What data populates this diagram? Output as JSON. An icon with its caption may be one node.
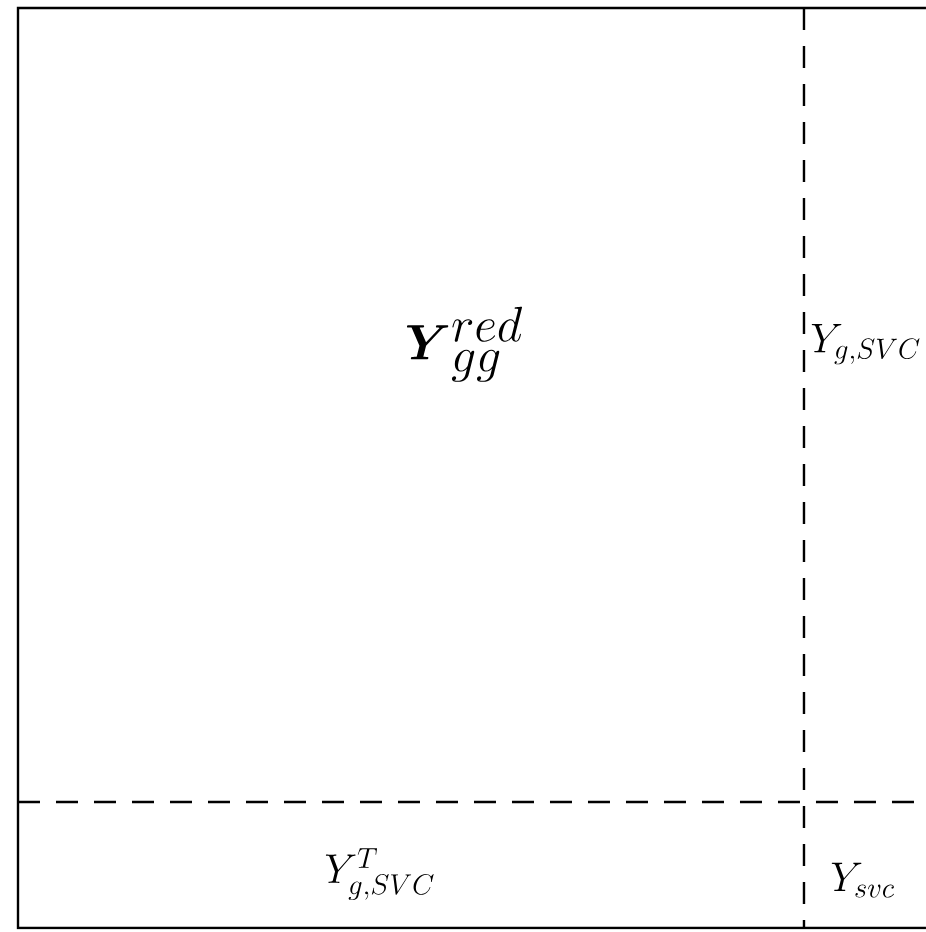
{
  "diagram": {
    "labels": [
      "\\boldsymbol{Y}_{gg}^{red}",
      "Y_{g,SVC}",
      "Y_{g,SVC}^{T}",
      "Y_{svc}"
    ]
  }
}
